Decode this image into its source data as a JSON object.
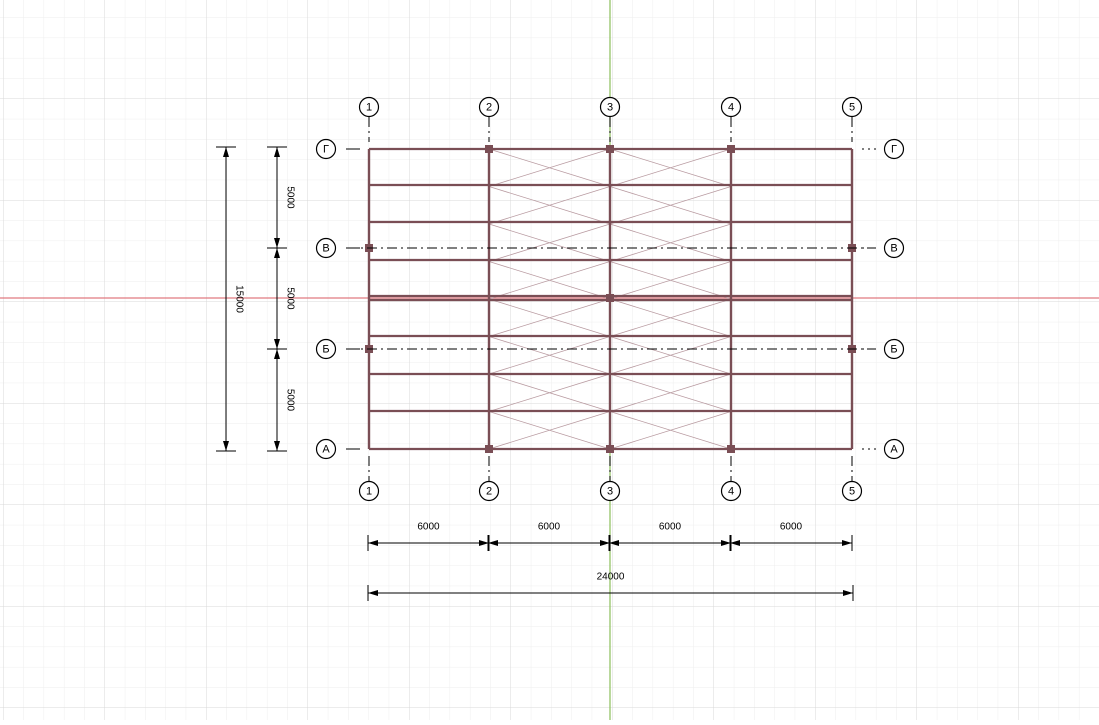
{
  "axes": {
    "columns": [
      "1",
      "2",
      "3",
      "4",
      "5"
    ],
    "rows": [
      "Г",
      "В",
      "Б",
      "А"
    ]
  },
  "dimensions": {
    "spans": [
      "6000",
      "6000",
      "6000",
      "6000"
    ],
    "total_width": "24000",
    "bays": [
      "5000",
      "5000",
      "5000"
    ],
    "total_depth": "15000"
  },
  "colors": {
    "background": "#ffffff",
    "grid_minor": "#eeeeee",
    "grid_major": "#d9d9d9",
    "x_axis": "#e07a80",
    "y_axis": "#8bbf5a",
    "beam": "#7a4e55",
    "bracing": "#b89aa0",
    "dimension": "#000000"
  }
}
